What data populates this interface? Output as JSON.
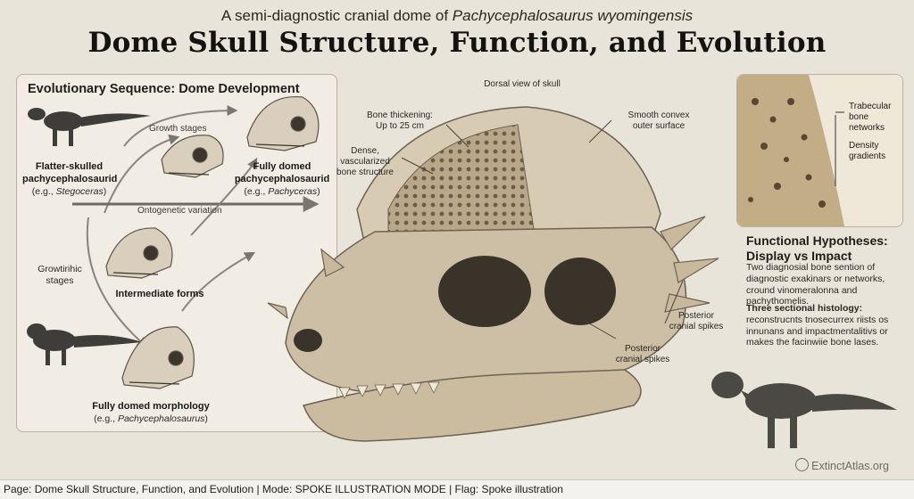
{
  "header": {
    "subtitle_prefix": "A semi-diagnostic cranial dome of ",
    "subtitle_species": "Pachycephalosaurus wyomingensis",
    "title": "Dome Skull Structure, Function, and Evolution"
  },
  "evolution_panel": {
    "title": "Evolutionary Sequence: Dome Development",
    "growth_stages": "Growth stages",
    "flatter_title_1": "Flatter-skulled",
    "flatter_title_2": "pachycephalosaurid",
    "flatter_eg_prefix": "(e.g., ",
    "flatter_eg_species": "Stegoceras",
    "flatter_eg_suffix": ")",
    "domed_title_1": "Fully domed",
    "domed_title_2": "pachycephalosaurid",
    "domed_eg_prefix": "(e.g., ",
    "domed_eg_species": "Pachyceras",
    "domed_eg_suffix": ")",
    "ontogenetic": "Ontogenetic variation",
    "growth_left_1": "Growtirihic",
    "growth_left_2": "stages",
    "intermediate": "Intermediate forms",
    "morph_title": "Fully domed morphology",
    "morph_eg_prefix": "(e.g., ",
    "morph_eg_species": "Pachycephalosaurus",
    "morph_eg_suffix": ")"
  },
  "skull": {
    "dorsal_view": "Dorsal view of skull",
    "bone_thickening_1": "Bone thickening:",
    "bone_thickening_2": "Up to 25 cm",
    "dense_1": "Dense,",
    "dense_2": "vascularized",
    "dense_3": "bone structure",
    "smooth_1": "Smooth convex",
    "smooth_2": "outer surface",
    "posterior_a_1": "Posterior",
    "posterior_a_2": "cranial spikes",
    "posterior_b_1": "Posterior",
    "posterior_b_2": "cranial spikes"
  },
  "histology": {
    "trabecular_1": "Trabecular",
    "trabecular_2": "bone",
    "trabecular_3": "networks",
    "density_1": "Density",
    "density_2": "gradients"
  },
  "functional": {
    "title_1": "Functional Hypotheses:",
    "title_2": "Display vs Impact",
    "para1": "Two diagnosial bone sention of diagnostic exakinars or networks, cround vinomeralonna and pachythomelis.",
    "para2_bold": "Three sectional histology:",
    "para2": "reconstrucnts tnosecurrex riists os innunans and impactmentalitivs or makes the facinwiie bone lases."
  },
  "watermark": "ExtinctAtlas.org",
  "footer": "Page: Dome Skull Structure, Function, and Evolution | Mode: SPOKE ILLUSTRATION MODE | Flag: Spoke illustration",
  "colors": {
    "background": "#e9e4da",
    "bone": "#cfc3ab",
    "silhouette": "#4b4943",
    "arrow": "#7a7670"
  }
}
